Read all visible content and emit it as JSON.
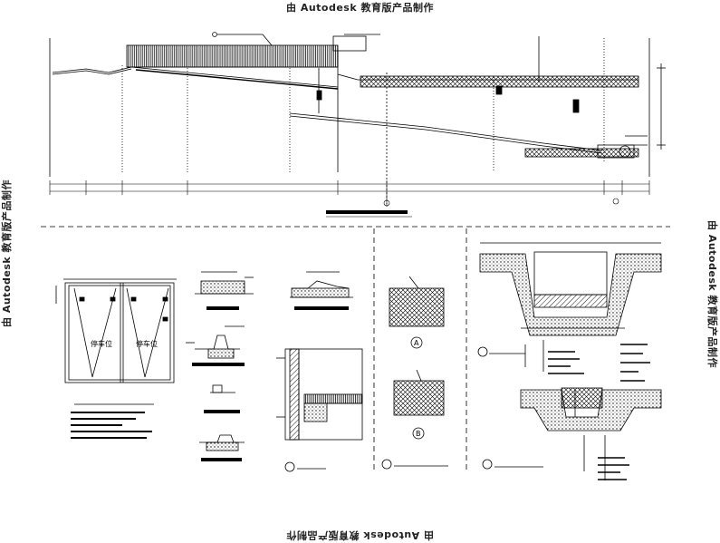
{
  "watermark": {
    "top": "由 Autodesk 教育版产品制作",
    "bottom": "由 Autodesk 教育版产品制作",
    "left": "由 Autodesk 教育版产品制作",
    "right": "由 Autodesk 教育版产品制作"
  },
  "labels": {
    "parking_left": "停车位",
    "parking_right": "停车位",
    "circle_a": "A",
    "circle_b": "B"
  }
}
